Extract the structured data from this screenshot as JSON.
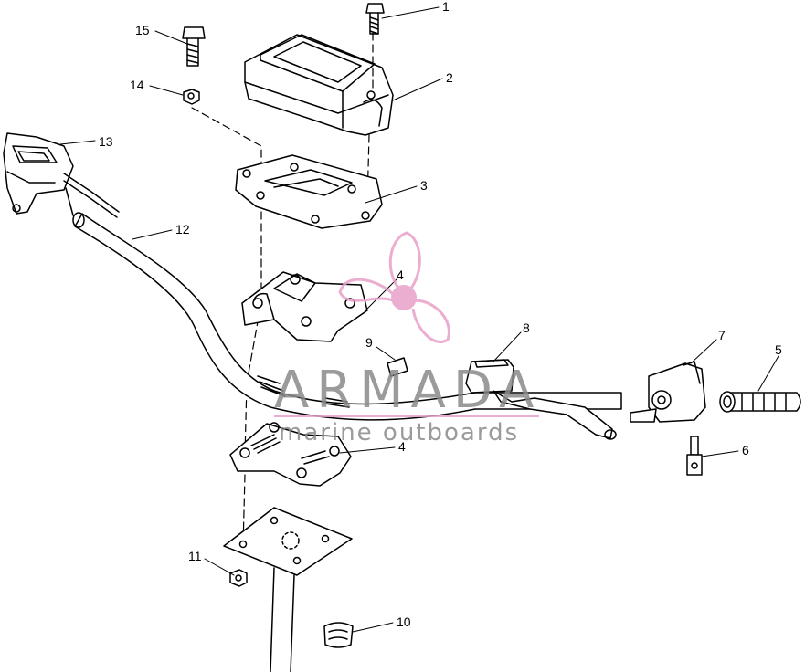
{
  "callouts": [
    "1",
    "2",
    "3",
    "4",
    "4",
    "5",
    "6",
    "7",
    "8",
    "9",
    "10",
    "11",
    "12",
    "13",
    "14",
    "15"
  ],
  "watermark": {
    "brand": "ARMADA",
    "tagline": "marine outboards",
    "logo_color": "#e8a0c8",
    "text_color": "#8a8a8a",
    "logo_icon": "propeller-logo-icon"
  },
  "colors": {
    "line": "#000000",
    "background": "#ffffff"
  }
}
